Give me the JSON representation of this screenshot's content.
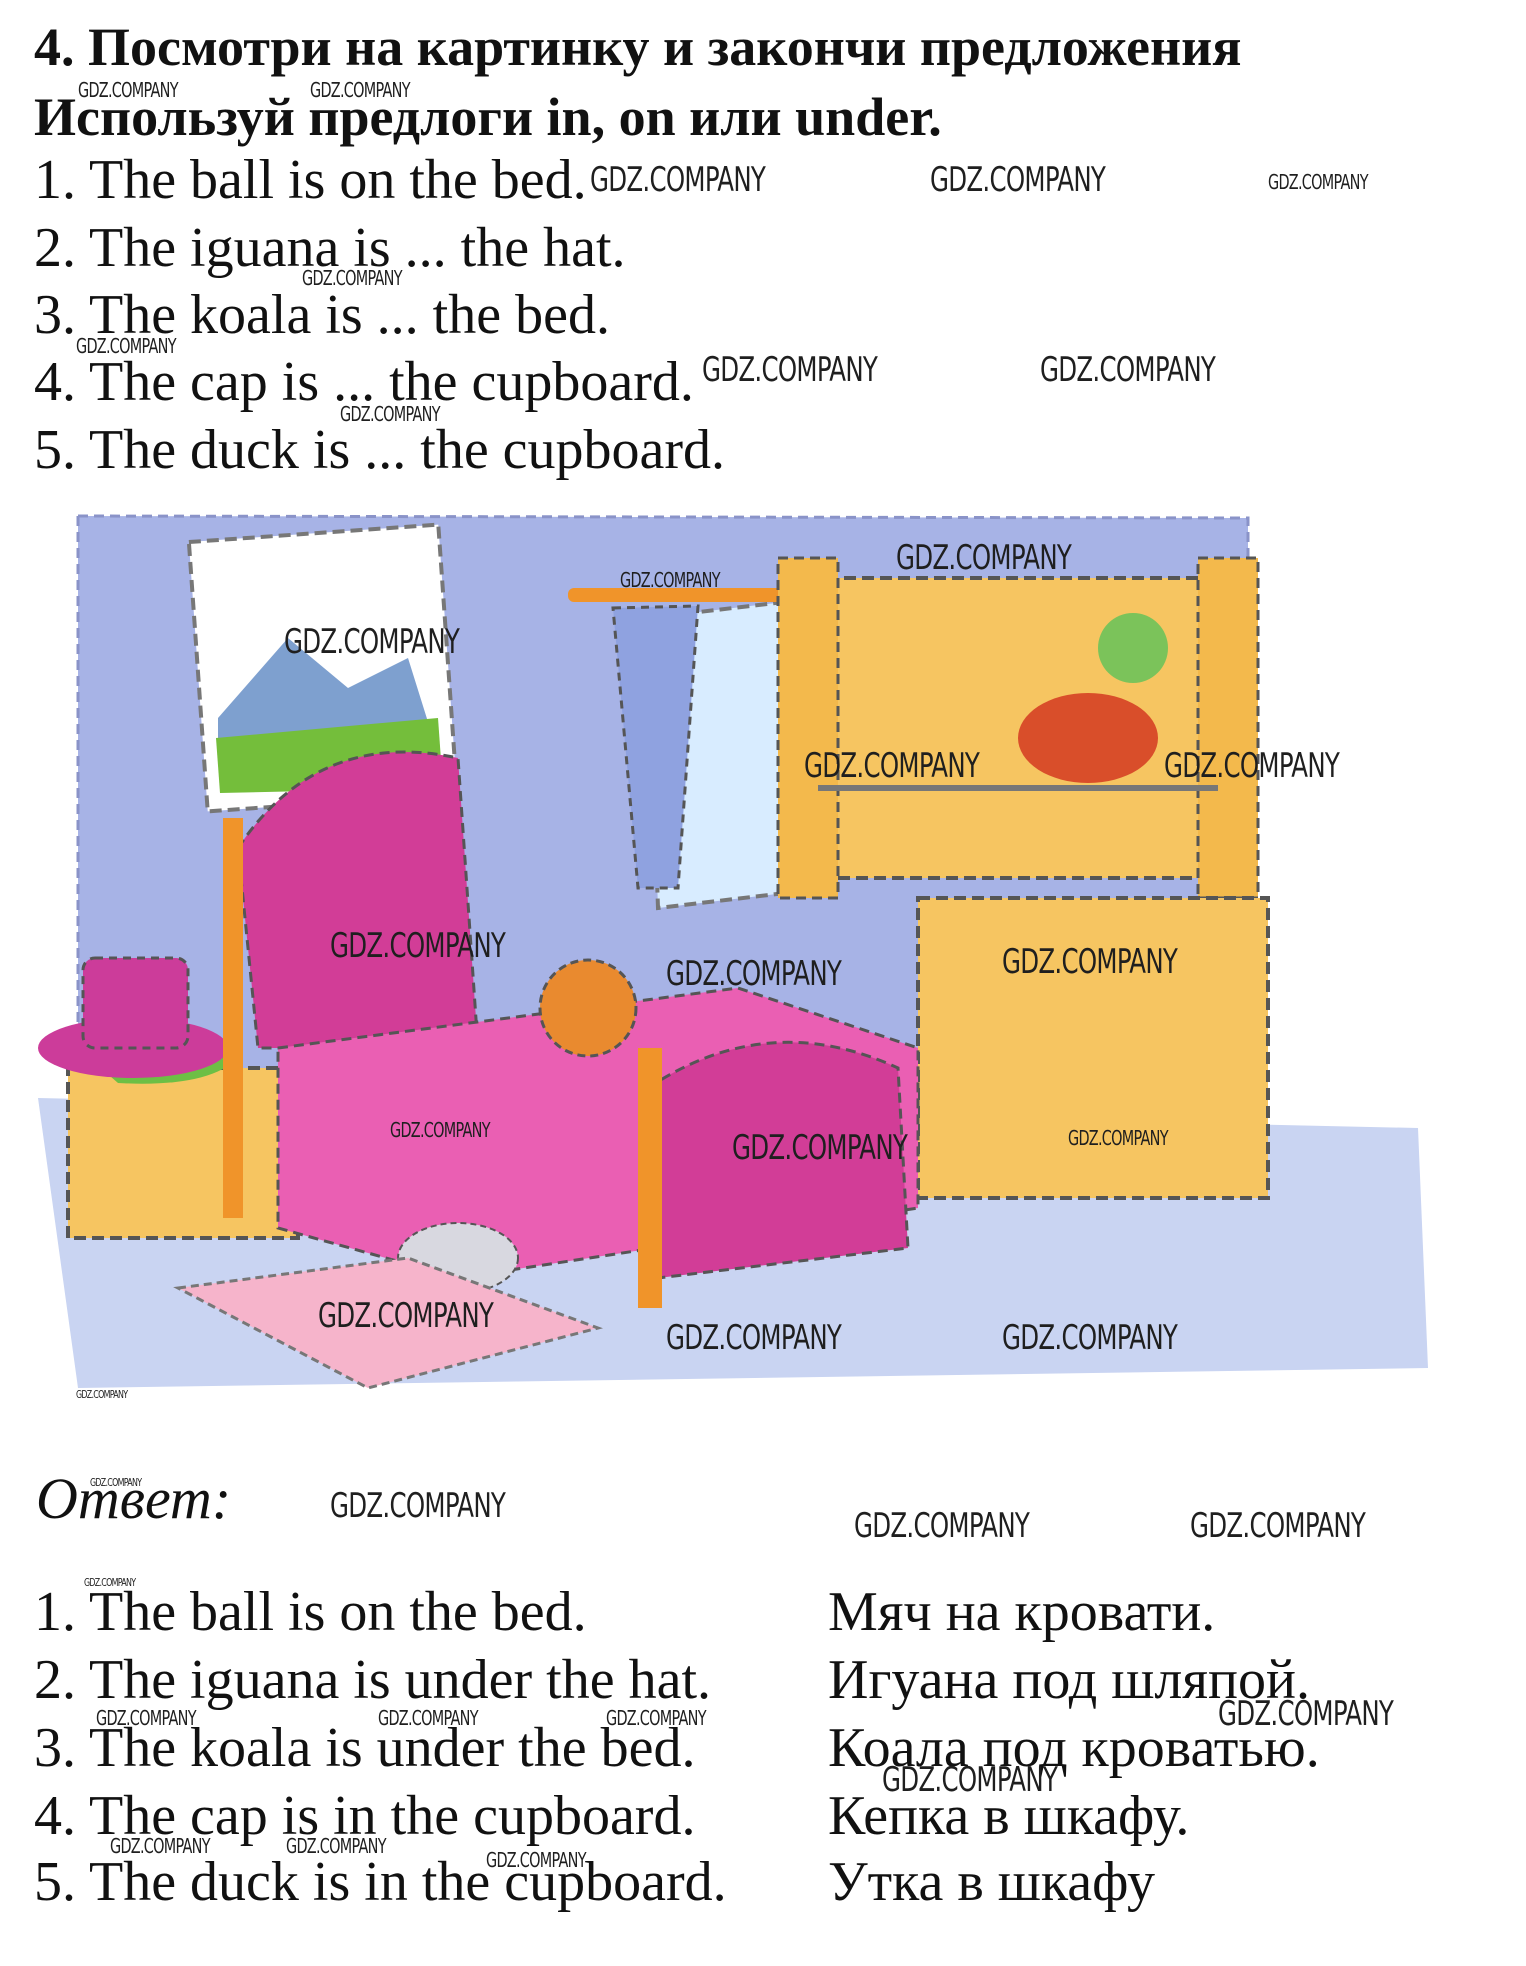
{
  "task": {
    "title": "4. Посмотри на картинку и закончи предложения",
    "subtitle": "Используй предлоги in, on или under."
  },
  "questions": [
    "1. The ball is on the bed.",
    "2. The iguana is ... the hat.",
    "3. The koala is ... the bed.",
    "4. The cap is ... the cupboard.",
    "5. The duck is ... the cupboard."
  ],
  "answer_label": "Ответ:",
  "answers": [
    {
      "en": "1. The ball is on the bed.",
      "ru": "Мяч на кровати."
    },
    {
      "en": "2. The iguana is under the hat.",
      "ru": "Игуана под шляпой."
    },
    {
      "en": "3. The koala is under the bed.",
      "ru": "Коала под кроватью."
    },
    {
      "en": "4. The cap is in the cupboard.",
      "ru": "Кепка в шкафу."
    },
    {
      "en": "5. The duck is in the cupboard.",
      "ru": "Утка в шкафу"
    }
  ],
  "watermark_text": "GDZ.COMPANY",
  "colors": {
    "wall": "#a7b3e6",
    "floor": "#c9d4f2",
    "bed_pink": "#d23d97",
    "bed_frame": "#f0942a",
    "cupboard": "#f6c561",
    "ball": "#e98a2f",
    "hat": "#cc3c9a",
    "rug": "#f6b4cb"
  }
}
